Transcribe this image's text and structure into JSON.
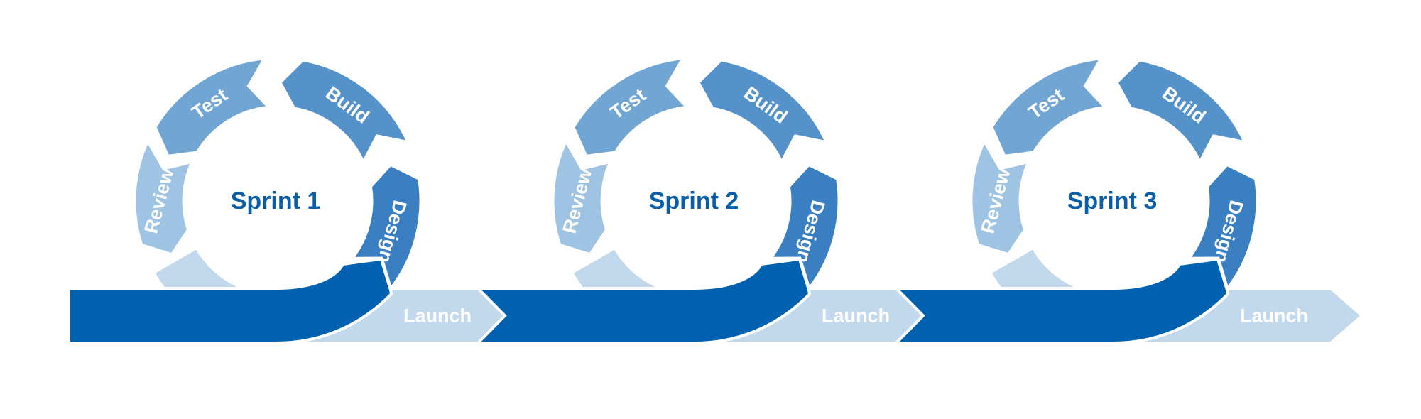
{
  "colors": {
    "design": "#3a7fc1",
    "build": "#5592ca",
    "test": "#70a5d4",
    "review": "#9ec3e3",
    "review_tail": "#c2d8ec",
    "launch": "#c2d8ec",
    "track": "#0061b0",
    "sprint_text": "#0a5ea8"
  },
  "sprints": [
    {
      "title": "Sprint 1",
      "phases": {
        "design": "Design",
        "build": "Build",
        "test": "Test",
        "review": "Review"
      },
      "launch": "Launch"
    },
    {
      "title": "Sprint 2",
      "phases": {
        "design": "Design",
        "build": "Build",
        "test": "Test",
        "review": "Review"
      },
      "launch": "Launch"
    },
    {
      "title": "Sprint 3",
      "phases": {
        "design": "Design",
        "build": "Build",
        "test": "Test",
        "review": "Review"
      },
      "launch": "Launch"
    }
  ]
}
